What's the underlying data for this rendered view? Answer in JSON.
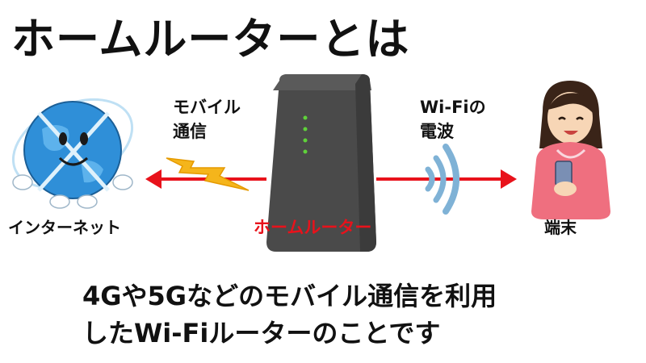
{
  "title": "ホームルーターとは",
  "labels": {
    "mobile_line1": "モバイル",
    "mobile_line2": "通信",
    "wifi_line1": "Wi-Fiの",
    "wifi_line2": "電波",
    "internet": "インターネット",
    "router": "ホームルーター",
    "terminal": "端末"
  },
  "description": {
    "line1": "4Gや5Gなどのモバイル通信を利用",
    "line2": "したWi-Fiルーターのことです"
  },
  "colors": {
    "arrow": "#e8121b",
    "router_label": "#e8121b",
    "router_body": "#4a4a4a",
    "router_led": "#5fd23a",
    "globe": "#2f8fd8",
    "wave": "#7fb2d6",
    "lightning": "#f5b51b"
  },
  "icons": {
    "globe": "globe-character-icon",
    "router": "router-device-icon",
    "lightning": "lightning-bolt-icon",
    "wifi_waves": "wifi-waves-icon",
    "person": "person-with-phone-icon"
  }
}
